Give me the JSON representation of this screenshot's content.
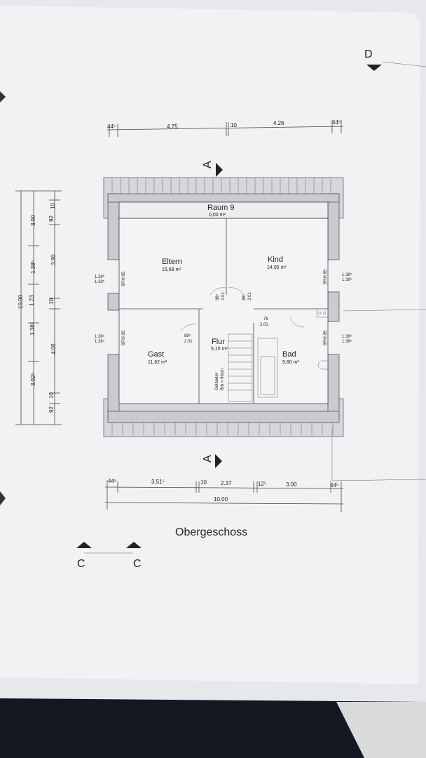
{
  "plan": {
    "title": "Obergeschoss",
    "section_labels": {
      "a_top": "A",
      "a_bottom": "A",
      "c_left": "C",
      "c_right": "C",
      "d": "D"
    },
    "rooms": [
      {
        "name": "Raum 9",
        "area": "0,00 m²"
      },
      {
        "name": "Eltern",
        "area": "15,68 m²"
      },
      {
        "name": "Kind",
        "area": "14,05 m²"
      },
      {
        "name": "Gast",
        "area": "11,62 m²"
      },
      {
        "name": "Flur",
        "area": "5,15 m²"
      },
      {
        "name": "Bad",
        "area": "9,80 m²"
      }
    ],
    "top_dims": [
      "44⁵",
      "4.75",
      "10",
      "4.26",
      "44⁵"
    ],
    "bottom_dims": [
      "44⁵",
      "3.51⁵",
      "10",
      "2.37",
      "12⁵",
      "3.00",
      "44⁵"
    ],
    "bottom_total": "10.00",
    "left_outer": "10,00",
    "left_a": [
      "3.00",
      "1.38⁵",
      "1.23",
      "1.38⁵",
      "3.02⁵"
    ],
    "left_b": [
      "10",
      "92",
      "3.80",
      "10",
      "4.06",
      "10",
      "92"
    ],
    "window_left_top": "1.38⁵",
    "window_left_top2": "1.38⁵",
    "window_left_bot": "1.38⁵",
    "window_left_bot2": "1.38⁵",
    "window_right_top": "1.38⁵",
    "window_right_top2": "1.38⁵",
    "window_right_bot": "1.38⁵",
    "window_right_bot2": "1.38⁵",
    "brh_label": "BRH 85",
    "door_labels": [
      {
        "w": "88⁵",
        "h": "2.01"
      },
      {
        "w": "88⁵",
        "h": "2.01"
      },
      {
        "w": "88⁵",
        "h": "2.01"
      },
      {
        "w": "76",
        "h": "2.01"
      }
    ],
    "railing": "Geländer",
    "railing2": "Brh = 90cm"
  }
}
